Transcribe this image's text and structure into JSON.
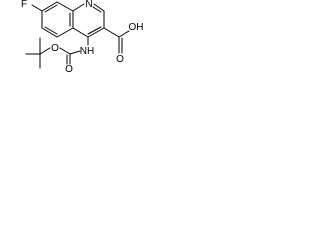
{
  "molecule": {
    "atoms": {
      "fluorine": "F",
      "ring_nitrogen": "N",
      "carbamate_nh": "NH",
      "carbamate_carbonyl_o": "O",
      "carbamate_ether_o": "O",
      "acid_carbonyl_o": "O",
      "acid_hydroxyl": "OH"
    }
  }
}
